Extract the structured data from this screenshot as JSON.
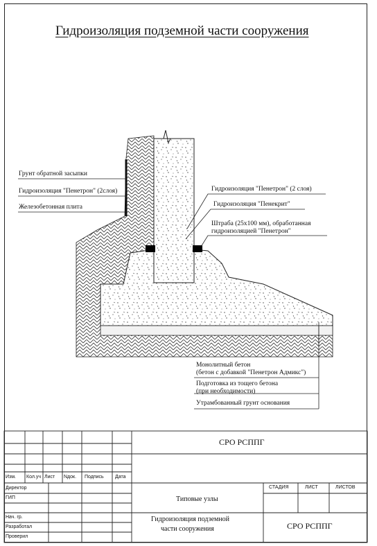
{
  "title": "Гидроизоляция подземной части сооружения",
  "labels": {
    "backfill": "Грунт обратной засыпки",
    "waterproof_left": "Гидроизоляция \"Пенетрон\" (2слоя)",
    "slab": "Железобетонная плита",
    "waterproof_right": "Гидроизоляция \"Пенетрон\" (2 слоя)",
    "penecrit": "Гидроизоляция \"Пенекрит\"",
    "groove_1": "Штраба (25x100 мм), обработанная",
    "groove_2": "гидроизоляцией \"Пенетрон\"",
    "monolith_1": "Монолитный бетон",
    "monolith_2": "(бетон с добавкой \"Пенетрон Адмикс\")",
    "prep_1": "Подготовка из тощего бетона",
    "prep_2": "(при необходимости)",
    "soil": "Утрамбованный грунт основания"
  },
  "titleblock": {
    "org_top": "СРО РСППГ",
    "headers": [
      "Изм.",
      "Кол.уч",
      "Лист",
      "Nдок.",
      "Подпись",
      "Дата"
    ],
    "roles": [
      "Директор",
      "ГИП",
      "Нач. гр.",
      "Разработал",
      "Проверил"
    ],
    "stage_headers": [
      "СТАДИЯ",
      "ЛИСТ",
      "ЛИСТОВ"
    ],
    "section": "Типовые узлы",
    "drawing_1": "Гидроизоляция подземной",
    "drawing_2": "части сооружения",
    "org_bottom": "СРО РСППГ"
  }
}
